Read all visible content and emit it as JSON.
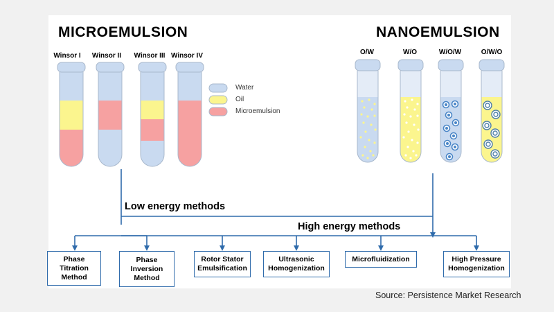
{
  "micro": {
    "title": "MICROEMULSION",
    "tubes": [
      {
        "label": "Winsor I",
        "phases": [
          "water",
          "oil",
          "micro"
        ]
      },
      {
        "label": "Winsor II",
        "phases": [
          "water",
          "micro",
          "water"
        ]
      },
      {
        "label": "Winsor III",
        "phases": [
          "water",
          "oil",
          "micro",
          "water"
        ]
      },
      {
        "label": "Winsor IV",
        "phases": [
          "water",
          "micro",
          "micro"
        ]
      }
    ]
  },
  "legend": {
    "items": [
      {
        "key": "water",
        "label": "Water",
        "color": "#c9daf0"
      },
      {
        "key": "oil",
        "label": "Oil",
        "color": "#fbf58e"
      },
      {
        "key": "micro",
        "label": "Microemulsion",
        "color": "#f6a1a1"
      }
    ]
  },
  "nano": {
    "title": "NANOEMULSION",
    "tubes": [
      {
        "label": "O/W",
        "fill": "oil_droplets_in_water"
      },
      {
        "label": "W/O",
        "fill": "water_droplets_in_oil"
      },
      {
        "label": "W/O/W",
        "fill": "double_droplets_in_water"
      },
      {
        "label": "O/W/O",
        "fill": "double_droplets_in_oil"
      }
    ]
  },
  "methods": {
    "low_title": "Low energy methods",
    "high_title": "High energy methods",
    "low": [
      {
        "label": "Phase Titration Method"
      },
      {
        "label": "Phase Inversion Method"
      }
    ],
    "high": [
      {
        "label": "Rotor Stator Emulsification"
      },
      {
        "label": "Ultrasonic Homogenization"
      },
      {
        "label": "Microfluidization"
      },
      {
        "label": "High Pressure Homogenization"
      }
    ]
  },
  "colors": {
    "arrow": "#2f6bab",
    "tube_outline": "#a8b8cc",
    "droplet": "#4a86c7"
  },
  "source": "Source: Persistence Market Research"
}
